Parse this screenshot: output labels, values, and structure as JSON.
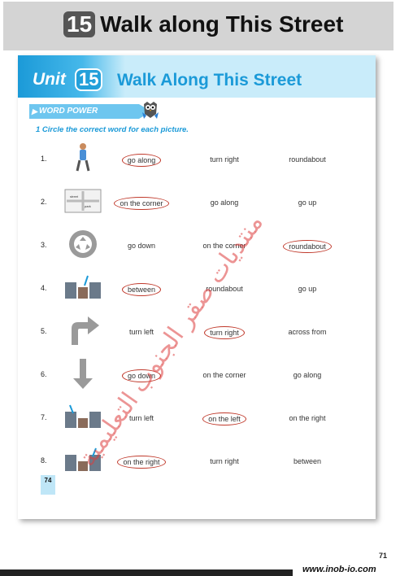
{
  "header": {
    "number": "15",
    "title": "Walk along This Street"
  },
  "unit": {
    "word": "Unit",
    "number": "15",
    "title": "Walk Along This Street"
  },
  "section": {
    "label": "WORD POWER"
  },
  "instruction": "1  Circle the correct word for each picture.",
  "rows": [
    {
      "n": "1.",
      "pic": "walking-boy",
      "options": [
        "go along",
        "turn right",
        "roundabout"
      ],
      "circled": 0
    },
    {
      "n": "2.",
      "pic": "street-map-sign",
      "options": [
        "on the corner",
        "go along",
        "go up"
      ],
      "circled": 0
    },
    {
      "n": "3.",
      "pic": "roundabout-sign",
      "options": [
        "go down",
        "on the corner",
        "roundabout"
      ],
      "circled": 2
    },
    {
      "n": "4.",
      "pic": "buildings-between",
      "options": [
        "between",
        "roundabout",
        "go up"
      ],
      "circled": 0
    },
    {
      "n": "5.",
      "pic": "turn-right-arrow",
      "options": [
        "turn left",
        "turn right",
        "across from"
      ],
      "circled": 1
    },
    {
      "n": "6.",
      "pic": "down-arrow",
      "options": [
        "go down",
        "on the corner",
        "go along"
      ],
      "circled": 0
    },
    {
      "n": "7.",
      "pic": "buildings-left",
      "options": [
        "turn left",
        "on the left",
        "on the right"
      ],
      "circled": 1
    },
    {
      "n": "8.",
      "pic": "buildings-right",
      "options": [
        "on the right",
        "turn right",
        "between"
      ],
      "circled": 0
    }
  ],
  "book_page": "74",
  "watermark": "منتديات صقر الجنوب التعليمية",
  "scan_page": "71",
  "website": "www.inob-io.com",
  "colors": {
    "accent": "#1b9ad8",
    "circle": "#c0392b"
  }
}
